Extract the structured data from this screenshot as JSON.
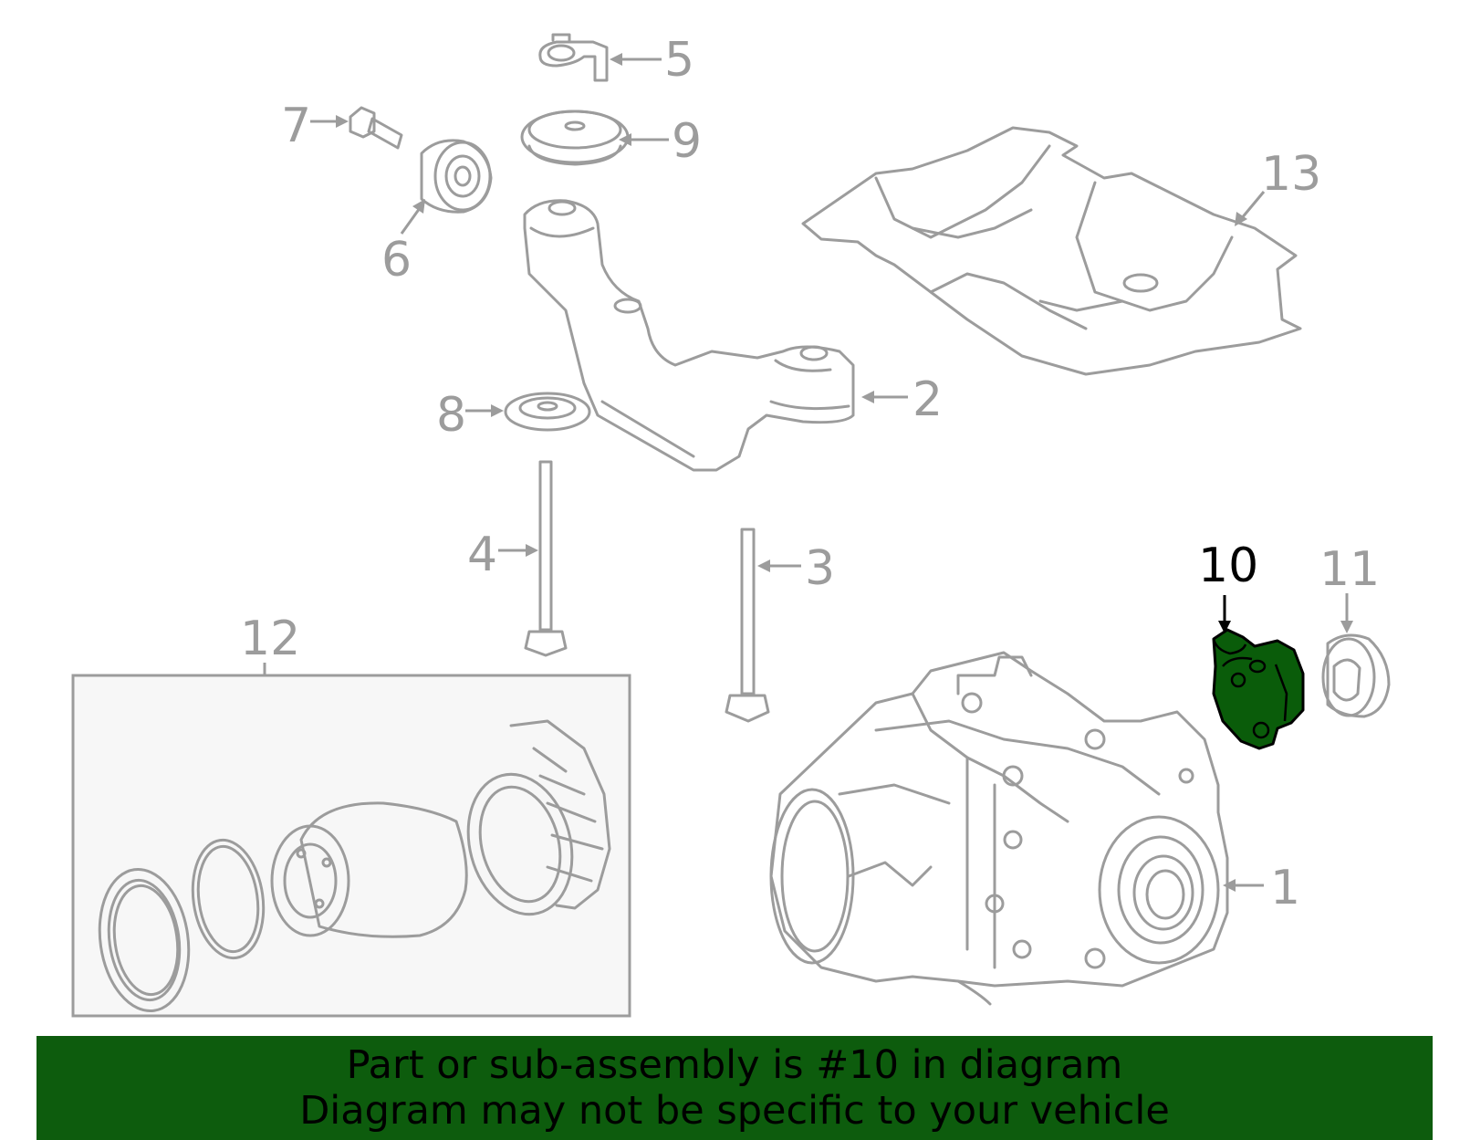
{
  "callouts": {
    "c1": "1",
    "c2": "2",
    "c3": "3",
    "c4": "4",
    "c5": "5",
    "c6": "6",
    "c7": "7",
    "c8": "8",
    "c9": "9",
    "c10": "10",
    "c11": "11",
    "c12": "12",
    "c13": "13"
  },
  "highlighted_part": "10",
  "colors": {
    "highlight": "#0a5c0a",
    "banner": "#0d5c0d",
    "line_art": "#9c9c9c"
  },
  "banner": {
    "line1": "Part or sub-assembly is #10 in diagram",
    "line2": "Diagram may not be specific to your vehicle"
  }
}
